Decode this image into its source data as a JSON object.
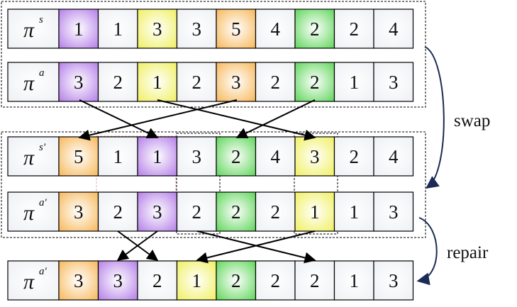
{
  "colors": {
    "purple": "#b47ee8",
    "yellow": "#f4f47a",
    "orange": "#f7c67c",
    "green": "#7fe07a",
    "white": "#ffffff",
    "arrow": "#000000",
    "curve": "#1c2b55"
  },
  "annotations": {
    "swap": "swap",
    "repair": "repair"
  },
  "rows": [
    {
      "label": {
        "base": "π",
        "sup": "s"
      },
      "cells": [
        {
          "value": "1",
          "color": "purple"
        },
        {
          "value": "1",
          "color": "white"
        },
        {
          "value": "3",
          "color": "yellow"
        },
        {
          "value": "3",
          "color": "white"
        },
        {
          "value": "5",
          "color": "orange"
        },
        {
          "value": "4",
          "color": "white"
        },
        {
          "value": "2",
          "color": "green"
        },
        {
          "value": "2",
          "color": "white"
        },
        {
          "value": "4",
          "color": "white"
        }
      ]
    },
    {
      "label": {
        "base": "π",
        "sup": "a"
      },
      "cells": [
        {
          "value": "3",
          "color": "purple"
        },
        {
          "value": "2",
          "color": "white"
        },
        {
          "value": "1",
          "color": "yellow"
        },
        {
          "value": "2",
          "color": "white"
        },
        {
          "value": "3",
          "color": "orange"
        },
        {
          "value": "2",
          "color": "white"
        },
        {
          "value": "2",
          "color": "green"
        },
        {
          "value": "1",
          "color": "white"
        },
        {
          "value": "3",
          "color": "white"
        }
      ]
    },
    {
      "label": {
        "base": "π",
        "sup": "s'"
      },
      "cells": [
        {
          "value": "5",
          "color": "orange"
        },
        {
          "value": "1",
          "color": "white"
        },
        {
          "value": "1",
          "color": "purple"
        },
        {
          "value": "3",
          "color": "white"
        },
        {
          "value": "2",
          "color": "green"
        },
        {
          "value": "4",
          "color": "white"
        },
        {
          "value": "3",
          "color": "yellow"
        },
        {
          "value": "2",
          "color": "white"
        },
        {
          "value": "4",
          "color": "white"
        }
      ]
    },
    {
      "label": {
        "base": "π",
        "sup": "a'"
      },
      "cells": [
        {
          "value": "3",
          "color": "orange"
        },
        {
          "value": "2",
          "color": "white"
        },
        {
          "value": "3",
          "color": "purple"
        },
        {
          "value": "2",
          "color": "white"
        },
        {
          "value": "2",
          "color": "green"
        },
        {
          "value": "2",
          "color": "white"
        },
        {
          "value": "1",
          "color": "yellow"
        },
        {
          "value": "1",
          "color": "white"
        },
        {
          "value": "3",
          "color": "white"
        }
      ]
    },
    {
      "label": {
        "base": "π",
        "sup": "a'"
      },
      "cells": [
        {
          "value": "3",
          "color": "orange"
        },
        {
          "value": "3",
          "color": "purple"
        },
        {
          "value": "2",
          "color": "white"
        },
        {
          "value": "1",
          "color": "yellow"
        },
        {
          "value": "2",
          "color": "green"
        },
        {
          "value": "2",
          "color": "white"
        },
        {
          "value": "2",
          "color": "white"
        },
        {
          "value": "1",
          "color": "white"
        },
        {
          "value": "3",
          "color": "white"
        }
      ]
    }
  ]
}
